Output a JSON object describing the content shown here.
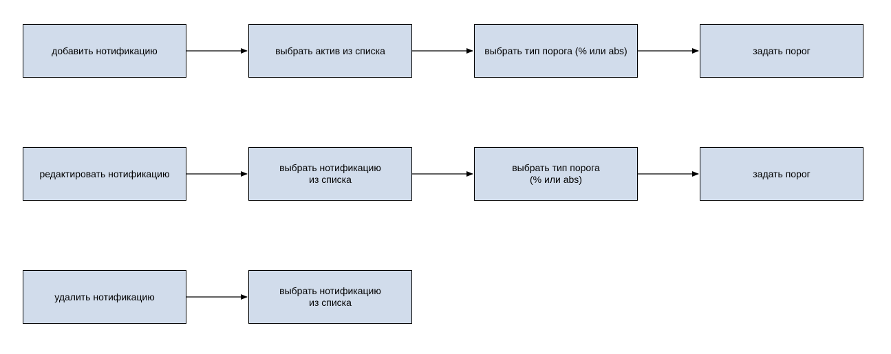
{
  "diagram": {
    "colors": {
      "node_fill": "#d1dceb",
      "node_border": "#000000",
      "arrow": "#000000",
      "text": "#000000"
    },
    "rows": [
      {
        "id": "add",
        "nodes": [
          "добавить нотификацию",
          "выбрать актив из списка",
          "выбрать тип порога (% или abs)",
          "задать порог"
        ]
      },
      {
        "id": "edit",
        "nodes": [
          "редактировать нотификацию",
          "выбрать нотификацию\nиз списка",
          "выбрать тип порога\n(% или abs)",
          "задать порог"
        ]
      },
      {
        "id": "delete",
        "nodes": [
          "удалить нотификацию",
          "выбрать нотификацию\nиз списка"
        ]
      }
    ],
    "edges": [
      {
        "from": "add.0",
        "to": "add.1"
      },
      {
        "from": "add.1",
        "to": "add.2"
      },
      {
        "from": "add.2",
        "to": "add.3"
      },
      {
        "from": "edit.0",
        "to": "edit.1"
      },
      {
        "from": "edit.1",
        "to": "edit.2"
      },
      {
        "from": "edit.2",
        "to": "edit.3"
      },
      {
        "from": "delete.0",
        "to": "delete.1"
      }
    ]
  }
}
